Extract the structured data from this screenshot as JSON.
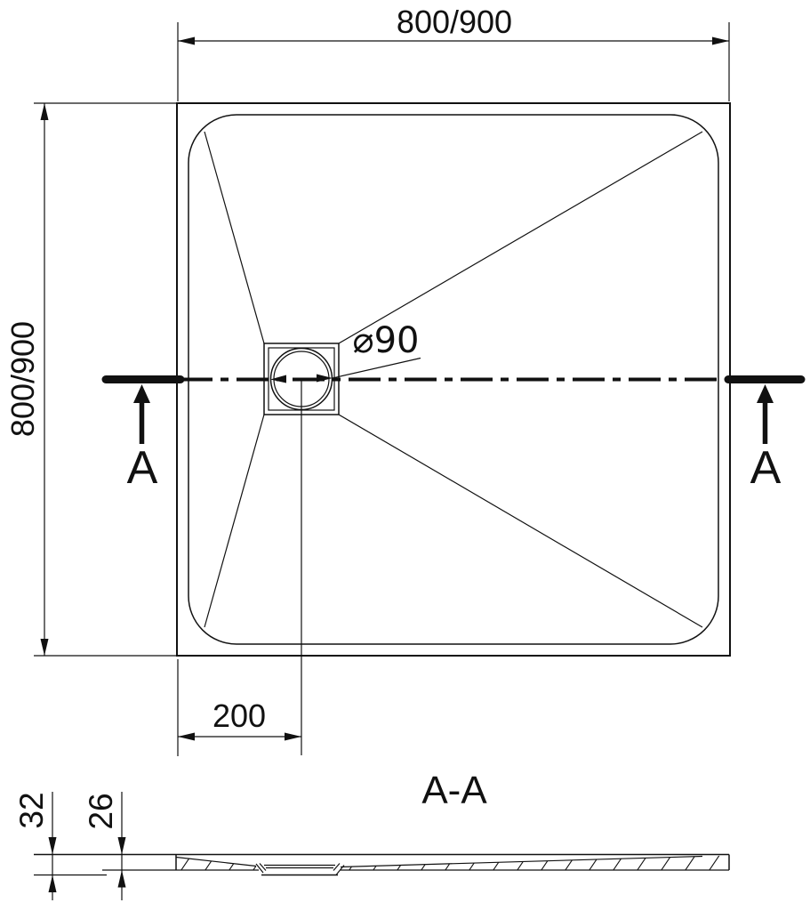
{
  "plan_view": {
    "top_width_label": "800/900",
    "left_height_label": "800/900",
    "drain_diameter_label": "⌀90",
    "drain_offset_label": "200",
    "section_arrow_left_label": "A",
    "section_arrow_right_label": "A"
  },
  "section_view": {
    "title": "A-A",
    "total_height_label": "32",
    "edge_height_label": "26"
  },
  "colors": {
    "line": "#111111",
    "background": "#ffffff"
  }
}
